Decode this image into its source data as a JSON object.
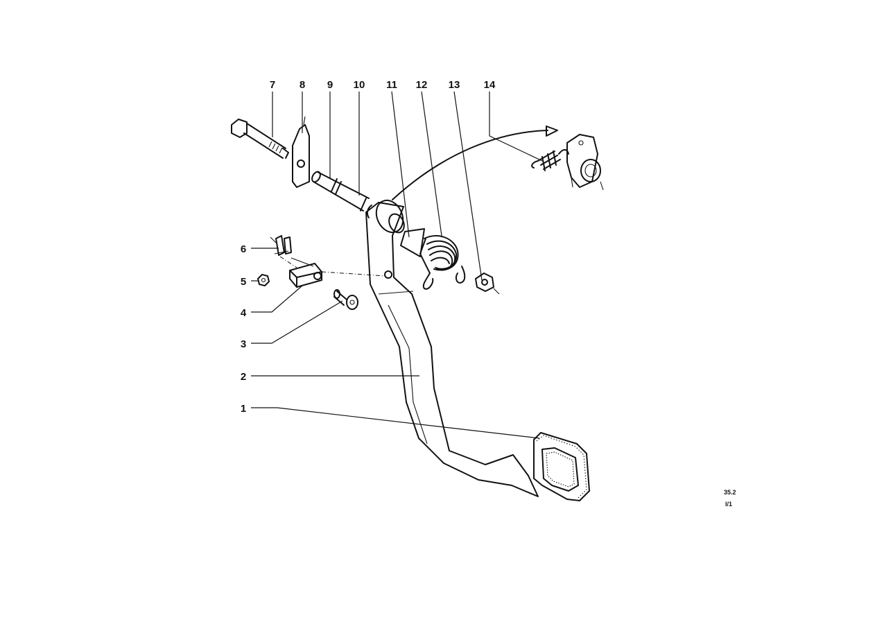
{
  "callouts": {
    "c1": "1",
    "c2": "2",
    "c3": "3",
    "c4": "4",
    "c5": "5",
    "c6": "6",
    "c7": "7",
    "c8": "8",
    "c9": "9",
    "c10": "10",
    "c11": "11",
    "c12": "12",
    "c13": "13",
    "c14": "14"
  },
  "reference": {
    "code": "35.2",
    "sheet": "I/1"
  }
}
